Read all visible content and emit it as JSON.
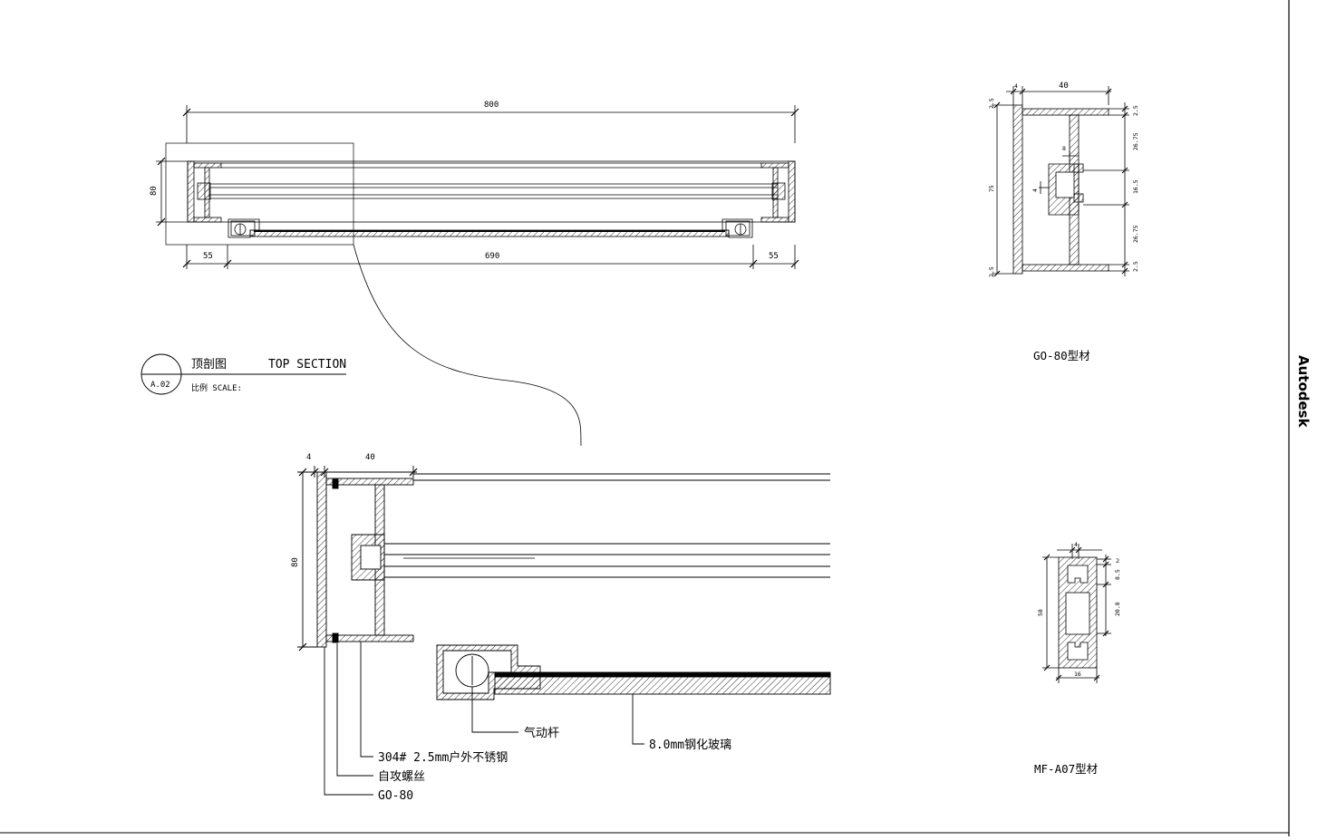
{
  "brand": "Autodesk",
  "top_section": {
    "badge": "A.02",
    "title_cn": "顶剖图",
    "title_en": "TOP SECTION",
    "scale": "比例 SCALE:",
    "dims": {
      "overall": "800",
      "inner": "690",
      "left": "55",
      "right": "55",
      "height": "80"
    }
  },
  "detail": {
    "dims": {
      "wall": "4",
      "depth": "40",
      "height": "80"
    },
    "callouts": {
      "gas_strut": "气动杆",
      "glass": "8.0mm钢化玻璃",
      "steel": "304# 2.5mm户外不锈钢",
      "screw": "自攻螺丝",
      "profile": "GO-80"
    }
  },
  "go80": {
    "caption": "GO-80型材",
    "dims": {
      "wall": "4",
      "depth": "40",
      "height": "75",
      "flange_top": "2.5",
      "flange_bottom": "2.5",
      "seg_top": "26.75",
      "seg_mid": "16.5",
      "seg_bottom": "26.75",
      "slot": "8",
      "lip": "4"
    }
  },
  "mfa07": {
    "caption": "MF-A07型材",
    "dims": {
      "wall": "4",
      "width": "16",
      "height": "58",
      "top": "2",
      "seg1": "8.5",
      "seg2": "20.8"
    }
  }
}
